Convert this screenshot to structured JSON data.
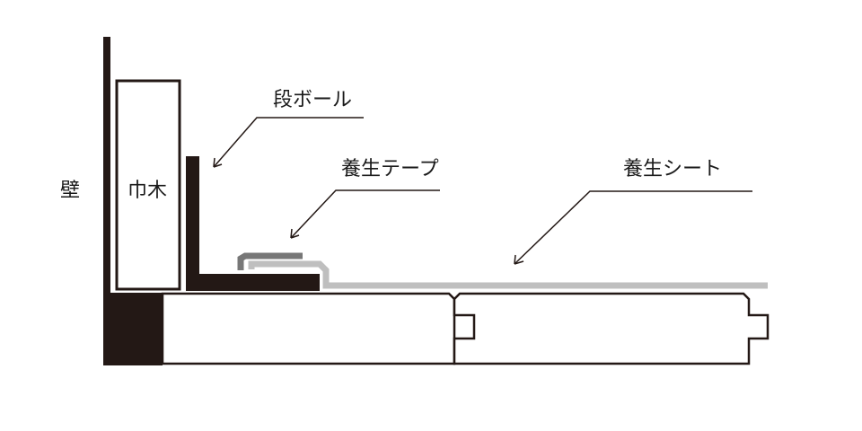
{
  "labels": {
    "wall": "壁",
    "baseboard": "巾木",
    "cardboard": "段ボール",
    "tape": "養生テープ",
    "sheet": "養生シート"
  },
  "colors": {
    "ink": "#231815",
    "tape": "#777777",
    "sheet": "#bfbfbf",
    "background": "#ffffff"
  }
}
